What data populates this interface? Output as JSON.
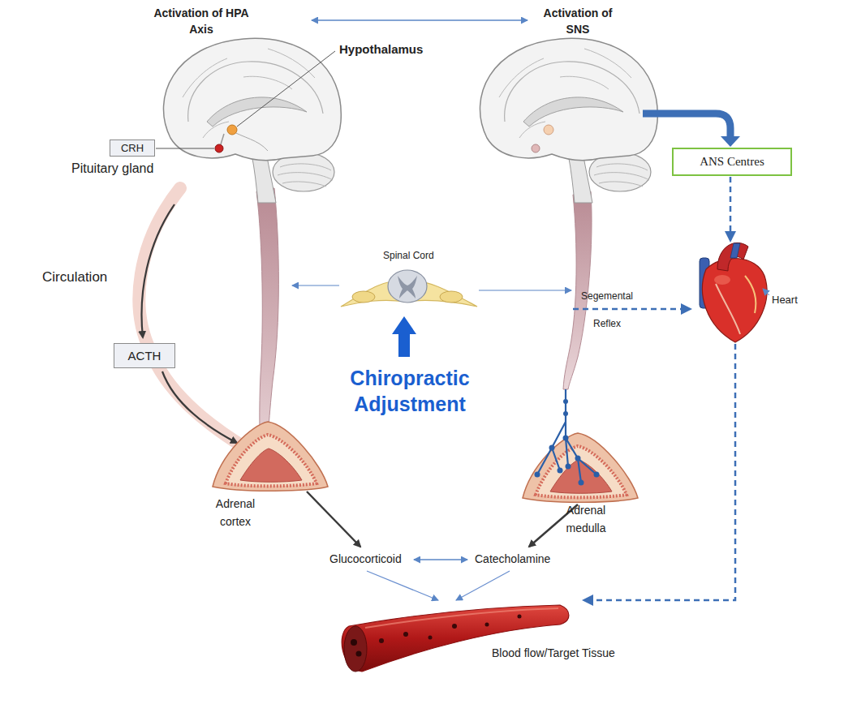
{
  "diagram": {
    "nodes": [
      {
        "text": [
          "CRH"
        ]
      },
      {
        "text": [
          "ACTH"
        ]
      },
      {
        "text": [
          "ANS Centres"
        ]
      }
    ],
    "labels": [
      "Activation of HPA Axis",
      "Activation of SNS",
      "Hypothalamus",
      "Pituitary gland",
      "Circulation",
      "Spinal Cord",
      "Segemental Reflex",
      "Heart",
      "Chiropractic Adjustment",
      "Adrenal cortex",
      "Adrenal medulla",
      "Glucocorticoid",
      "Catecholamine",
      "Blood flow/Target Tissue"
    ]
  }
}
